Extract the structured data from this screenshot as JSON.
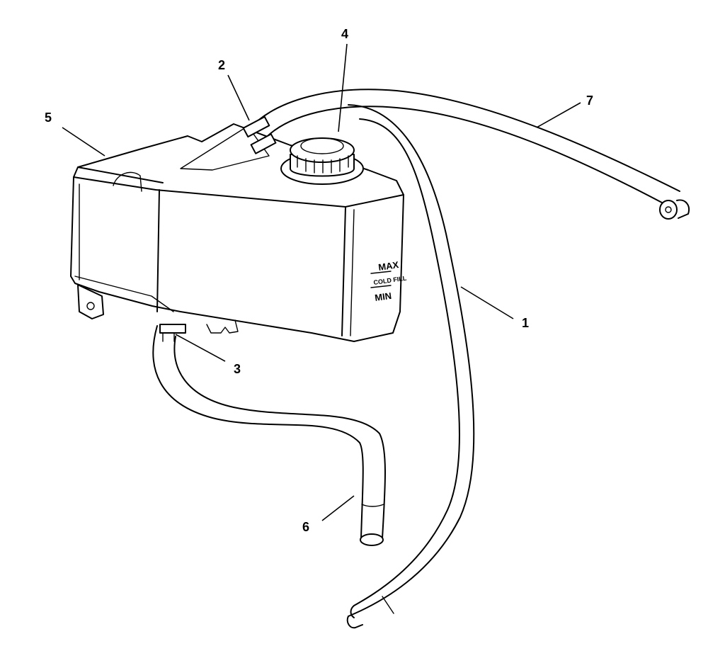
{
  "callouts": [
    {
      "id": "1",
      "label": "1"
    },
    {
      "id": "2",
      "label": "2"
    },
    {
      "id": "3",
      "label": "3"
    },
    {
      "id": "4",
      "label": "4"
    },
    {
      "id": "5",
      "label": "5"
    },
    {
      "id": "6",
      "label": "6"
    },
    {
      "id": "7",
      "label": "7"
    }
  ],
  "tank_marks": {
    "max": "MAX",
    "cold_fill": "COLD FILL",
    "min": "MIN"
  }
}
